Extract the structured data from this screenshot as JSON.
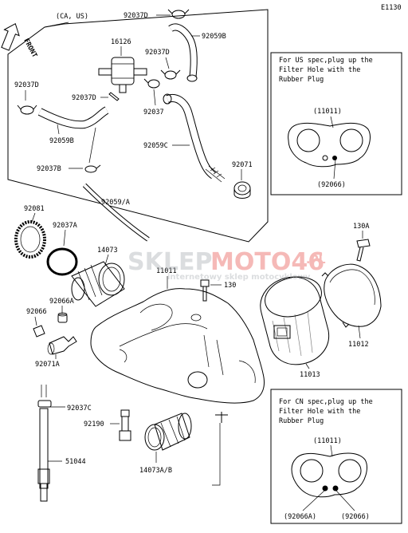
{
  "diagram_code": "E1130",
  "front_marker": "FRONT",
  "region_label": "(CA, US)",
  "notes": {
    "us": {
      "lines": [
        "For US spec,plug up the",
        "Filter Hole with the",
        "Rubber Plug"
      ],
      "part_top": "(11011)",
      "part_bottom": "(92066)"
    },
    "cn": {
      "lines": [
        "For CN spec,plug up the",
        "Filter Hole with the",
        "Rubber Plug"
      ],
      "part_top": "(11011)",
      "part_left": "(92066A)",
      "part_right": "(92066)"
    }
  },
  "watermark": {
    "brand_left": "SKLEP",
    "brand_right": "MOTO46",
    "brand_tld": ".PL",
    "subtitle": "internetowy sklep motocyklowy"
  },
  "parts": {
    "p92037d_top": "92037D",
    "p92059b_top": "92059B",
    "p16126": "16126",
    "p92037d_mid": "92037D",
    "p92037d_left": "92037D",
    "p92037d_small": "92037D",
    "p92037": "92037",
    "p92059b_left": "92059B",
    "p92059c": "92059C",
    "p92071": "92071",
    "p92037b": "92037B",
    "p92059a": "92059/A",
    "p92081": "92081",
    "p92037a": "92037A",
    "p14073": "14073",
    "p11011": "11011",
    "p130a": "130A",
    "p130": "130",
    "p92066a": "92066A",
    "p92066": "92066",
    "p92071a": "92071A",
    "p11012": "11012",
    "p11013": "11013",
    "p92037c": "92037C",
    "p92190": "92190",
    "p14073ab": "14073A/B",
    "p51044": "51044"
  }
}
